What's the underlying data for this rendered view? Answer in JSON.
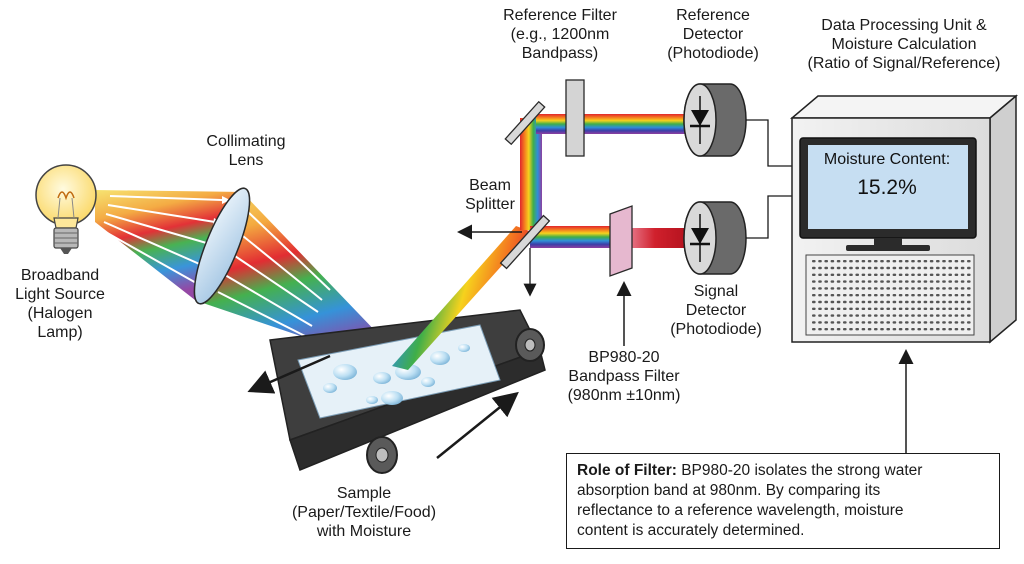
{
  "labels": {
    "light_source": [
      "Broadband",
      "Light Source",
      "(Halogen",
      "Lamp)"
    ],
    "lens": [
      "Collimating",
      "Lens"
    ],
    "beam_splitter": [
      "Beam",
      "Splitter"
    ],
    "reference_filter": [
      "Reference Filter",
      "(e.g., 1200nm",
      "Bandpass)"
    ],
    "reference_detector": [
      "Reference",
      "Detector",
      "(Photodiode)"
    ],
    "data_unit": [
      "Data Processing Unit &",
      "Moisture Calculation",
      "(Ratio of Signal/Reference)"
    ],
    "signal_detector": [
      "Signal",
      "Detector",
      "(Photodiode)"
    ],
    "bandpass_filter": [
      "BP980-20",
      "Bandpass Filter",
      "(980nm ±10nm)"
    ],
    "sample": [
      "Sample",
      "(Paper/Textile/Food)",
      "with Moisture"
    ]
  },
  "screen": {
    "title": "Moisture Content:",
    "value": "15.2%"
  },
  "role_box": {
    "heading": "Role of Filter:",
    "lines": [
      " BP980-20 isolates the strong water",
      "absorption band at 980nm. By comparing its",
      "reflectance to a reference wavelength, moisture",
      "content is accurately determined."
    ]
  },
  "colors": {
    "spectrum": [
      "#e1262c",
      "#f47a20",
      "#f6d21d",
      "#3fae49",
      "#2f8fd8",
      "#3b3fa8",
      "#8e3fa0"
    ],
    "signal_beam": "#d0202c",
    "screen": "#c6def2",
    "belt": "#4a4a4a",
    "bulb": "#fde79a"
  },
  "icons": [
    "light-bulb-icon",
    "photodiode-icon",
    "monitor-icon",
    "water-droplet-icon"
  ]
}
